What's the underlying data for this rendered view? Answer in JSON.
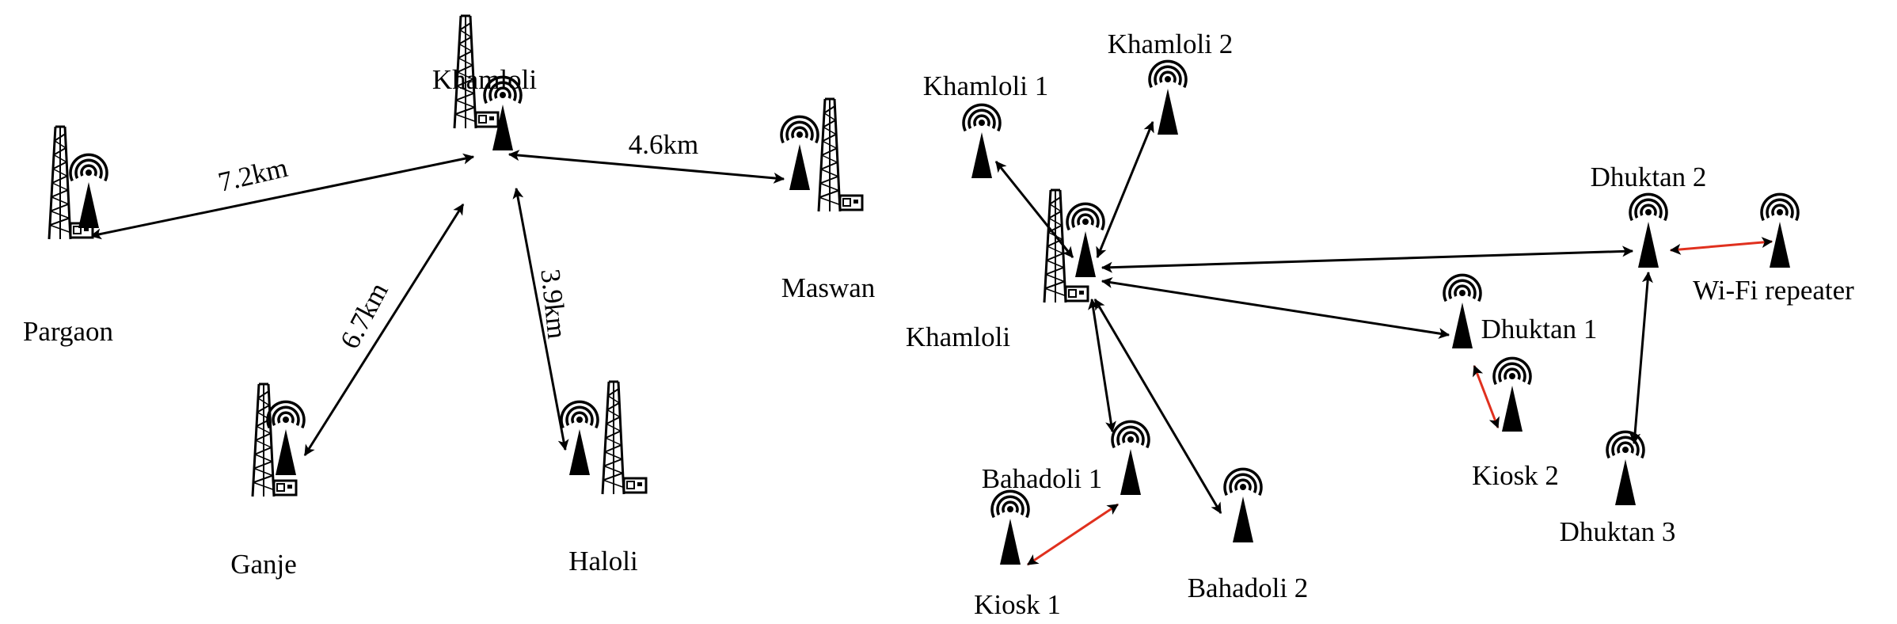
{
  "colors": {
    "link": "#000000",
    "local_link": "#e0301e",
    "ink": "#000000"
  },
  "left_network": {
    "nodes": [
      {
        "id": "khamloli",
        "label": "Khamloli",
        "kind": "tower"
      },
      {
        "id": "pargaon",
        "label": "Pargaon",
        "kind": "tower"
      },
      {
        "id": "maswan",
        "label": "Maswan",
        "kind": "tower"
      },
      {
        "id": "ganje",
        "label": "Ganje",
        "kind": "tower"
      },
      {
        "id": "haloli",
        "label": "Haloli",
        "kind": "tower"
      }
    ],
    "links": [
      {
        "from": "khamloli",
        "to": "pargaon",
        "distance": "7.2km"
      },
      {
        "from": "khamloli",
        "to": "maswan",
        "distance": "4.6km"
      },
      {
        "from": "khamloli",
        "to": "ganje",
        "distance": "6.7km"
      },
      {
        "from": "khamloli",
        "to": "haloli",
        "distance": "3.9km"
      }
    ]
  },
  "right_network": {
    "nodes": [
      {
        "id": "khamloli",
        "label": "Khamloli",
        "kind": "tower"
      },
      {
        "id": "khamloli1",
        "label": "Khamloli 1",
        "kind": "antenna"
      },
      {
        "id": "khamloli2",
        "label": "Khamloli 2",
        "kind": "antenna"
      },
      {
        "id": "dhuktan2",
        "label": "Dhuktan 2",
        "kind": "antenna"
      },
      {
        "id": "wifi",
        "label": "Wi-Fi repeater",
        "kind": "antenna"
      },
      {
        "id": "dhuktan1",
        "label": "Dhuktan 1",
        "kind": "antenna"
      },
      {
        "id": "kiosk2",
        "label": "Kiosk 2",
        "kind": "antenna"
      },
      {
        "id": "dhuktan3",
        "label": "Dhuktan 3",
        "kind": "antenna"
      },
      {
        "id": "bahadoli1",
        "label": "Bahadoli 1",
        "kind": "antenna"
      },
      {
        "id": "kiosk1",
        "label": "Kiosk 1",
        "kind": "antenna"
      },
      {
        "id": "bahadoli2",
        "label": "Bahadoli 2",
        "kind": "antenna"
      }
    ],
    "links": [
      {
        "from": "khamloli",
        "to": "khamloli1",
        "type": "backhaul"
      },
      {
        "from": "khamloli",
        "to": "khamloli2",
        "type": "backhaul"
      },
      {
        "from": "khamloli",
        "to": "dhuktan2",
        "type": "backhaul"
      },
      {
        "from": "khamloli",
        "to": "dhuktan1",
        "type": "backhaul"
      },
      {
        "from": "khamloli",
        "to": "bahadoli1",
        "type": "backhaul"
      },
      {
        "from": "khamloli",
        "to": "bahadoli2",
        "type": "backhaul"
      },
      {
        "from": "dhuktan2",
        "to": "dhuktan3",
        "type": "backhaul"
      },
      {
        "from": "dhuktan2",
        "to": "wifi",
        "type": "local"
      },
      {
        "from": "dhuktan1",
        "to": "kiosk2",
        "type": "local"
      },
      {
        "from": "bahadoli1",
        "to": "kiosk1",
        "type": "local"
      }
    ]
  }
}
